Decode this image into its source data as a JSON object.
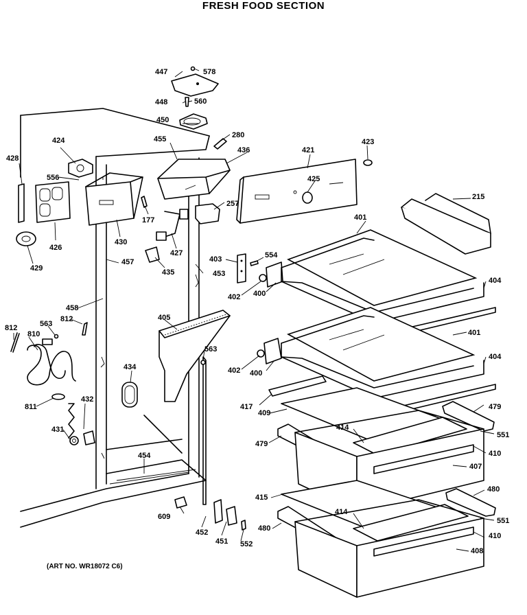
{
  "title": "FRESH FOOD SECTION",
  "art_number": "(ART NO. WR18072 C6)",
  "callouts": [
    {
      "id": "c447",
      "text": "447"
    },
    {
      "id": "c578",
      "text": "578"
    },
    {
      "id": "c448",
      "text": "448"
    },
    {
      "id": "c560",
      "text": "560"
    },
    {
      "id": "c450",
      "text": "450"
    },
    {
      "id": "c280",
      "text": "280"
    },
    {
      "id": "c455",
      "text": "455"
    },
    {
      "id": "c436",
      "text": "436"
    },
    {
      "id": "c421",
      "text": "421"
    },
    {
      "id": "c423",
      "text": "423"
    },
    {
      "id": "c424",
      "text": "424"
    },
    {
      "id": "c428",
      "text": "428"
    },
    {
      "id": "c556",
      "text": "556"
    },
    {
      "id": "c425",
      "text": "425"
    },
    {
      "id": "c215",
      "text": "215"
    },
    {
      "id": "c257",
      "text": "257"
    },
    {
      "id": "c177",
      "text": "177"
    },
    {
      "id": "c401a",
      "text": "401"
    },
    {
      "id": "c426",
      "text": "426"
    },
    {
      "id": "c430",
      "text": "430"
    },
    {
      "id": "c427",
      "text": "427"
    },
    {
      "id": "c429",
      "text": "429"
    },
    {
      "id": "c457",
      "text": "457"
    },
    {
      "id": "c403",
      "text": "403"
    },
    {
      "id": "c554",
      "text": "554"
    },
    {
      "id": "c435",
      "text": "435"
    },
    {
      "id": "c453",
      "text": "453"
    },
    {
      "id": "c404a",
      "text": "404"
    },
    {
      "id": "c402a",
      "text": "402"
    },
    {
      "id": "c400a",
      "text": "400"
    },
    {
      "id": "c458",
      "text": "458"
    },
    {
      "id": "c405",
      "text": "405"
    },
    {
      "id": "c812a",
      "text": "812"
    },
    {
      "id": "c563a",
      "text": "563"
    },
    {
      "id": "c812b",
      "text": "812"
    },
    {
      "id": "c810",
      "text": "810"
    },
    {
      "id": "c401b",
      "text": "401"
    },
    {
      "id": "c563b",
      "text": "563"
    },
    {
      "id": "c404b",
      "text": "404"
    },
    {
      "id": "c402b",
      "text": "402"
    },
    {
      "id": "c400b",
      "text": "400"
    },
    {
      "id": "c434",
      "text": "434"
    },
    {
      "id": "c811",
      "text": "811"
    },
    {
      "id": "c432",
      "text": "432"
    },
    {
      "id": "c417",
      "text": "417"
    },
    {
      "id": "c479a",
      "text": "479"
    },
    {
      "id": "c409",
      "text": "409"
    },
    {
      "id": "c431",
      "text": "431"
    },
    {
      "id": "c414a",
      "text": "414"
    },
    {
      "id": "c551a",
      "text": "551"
    },
    {
      "id": "c479b",
      "text": "479"
    },
    {
      "id": "c410a",
      "text": "410"
    },
    {
      "id": "c454",
      "text": "454"
    },
    {
      "id": "c407",
      "text": "407"
    },
    {
      "id": "c480a",
      "text": "480"
    },
    {
      "id": "c415",
      "text": "415"
    },
    {
      "id": "c609",
      "text": "609"
    },
    {
      "id": "c414b",
      "text": "414"
    },
    {
      "id": "c551b",
      "text": "551"
    },
    {
      "id": "c480b",
      "text": "480"
    },
    {
      "id": "c452",
      "text": "452"
    },
    {
      "id": "c410b",
      "text": "410"
    },
    {
      "id": "c451",
      "text": "451"
    },
    {
      "id": "c552",
      "text": "552"
    },
    {
      "id": "c408",
      "text": "408"
    }
  ],
  "colors": {
    "line": "#000000",
    "background": "#ffffff"
  }
}
